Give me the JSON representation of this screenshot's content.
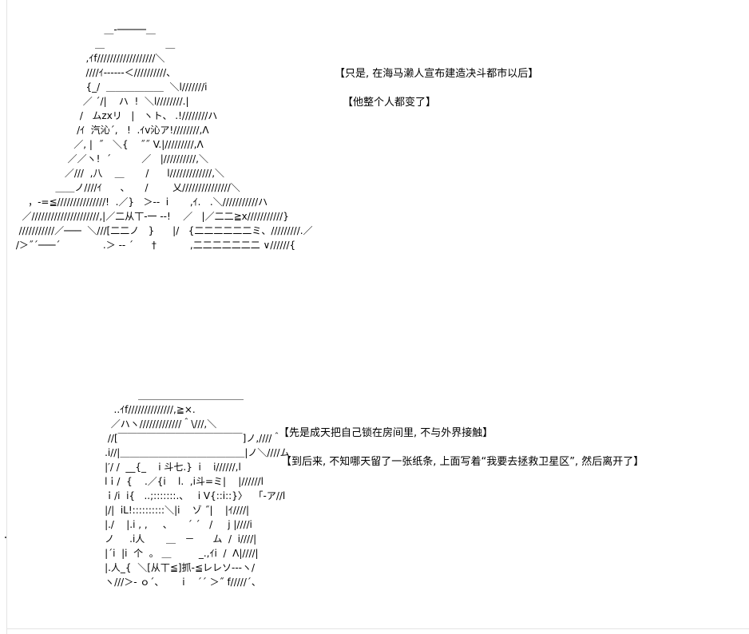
{
  "scene_top": {
    "art_lines": [
      "                              ＿‐─────＿",
      "                           ＿                    ＿",
      "                        ,ｲf//////////////////＼",
      "                        ////ｲ‐‐‐‐‐‐＜//////////、",
      "                        {_/  ＿＿＿＿＿＿  ＼l///////i",
      "                       ／ ´/|    ハ  !  ＼l////////.|",
      "                      /   ムzxリ   |   ヽト、 .!////////ハ",
      "                     /ｲ  汽沁´,   !  .ｲv沁ア!////////,Λ",
      "                    ／, |  ˝   ＼{    ˝˝ V.|/////////,Λ",
      "                  ／／ヽ!  ´          ／   |//////////,＼",
      "                 ／///  ,八    ＿       /      l/////////////,＼",
      "              ＿＿ノ////ｲ      、     /        乂///////////////＼",
      "     ，‐=≦///////////////!  .／}   ＞‐‐  i       ,ｲ.   .＼///////////ハ",
      "   ／/////////////////////,|／二从丅‐一 ‐‐!    ／   |／二二≧x///////////}",
      "  ///////////／───  ＼///[二二ノ   }      |/   {二二二二二二ミ、/////////.／",
      " /＞˝´───´              .＞ ‐‐ ´      †           ,二二二二二二二 ∨//////{"
    ],
    "speech": [
      "【只是, 在海马濑人宣布建造决斗都市以后】",
      "【他整个人都变了】"
    ]
  },
  "scene_bottom": {
    "art_lines": [
      "                ＿＿＿＿＿＿＿＿＿＿＿",
      "        ..ｲf//////////////,≧×.",
      "       ／ハヽ/////////////＾\\///,＼",
      "      //[￣￣￣￣￣￣￣￣￣￣￣￣￣]ノ,////＾",
      "     .i//|＿＿＿＿＿＿＿＿＿＿＿＿＿|ノ＼////ム",
      "     |′/ /  __{_    i 斗七.}  i    i//////,l",
      "     lｉ/  {    .／{i    l.  ,i斗=ミ|    |//////l",
      "     ｉ/i  i{   ..;:::::::.、   i V{::i::}〉  「‐ア//l",
      "     |/|  iL!::::::::::＼|i    ゾ ˝|    |ｲ////|",
      "     |./    |.i , ,     、     ´ ´   /     j |////i",
      "     ノ     .i人       ＿   －      ム  /  i////|",
      "     |´i  |i  个  。 ＿         _.,ｲi  /  Λ|////|",
      "     |.人_{  ＼[从丅≦]抓‐≦レレソ‐‐‐ヽ/",
      "     ヽ///＞‐ ｏ´、      i    ´´ ＞˝ f/////´、"
    ],
    "speech": [
      "【先是成天把自己锁在房间里, 不与外界接触】",
      "【到后来, 不知哪天留了一张纸条, 上面写着“我要去拯救卫星区”, 然后离开了】"
    ]
  }
}
